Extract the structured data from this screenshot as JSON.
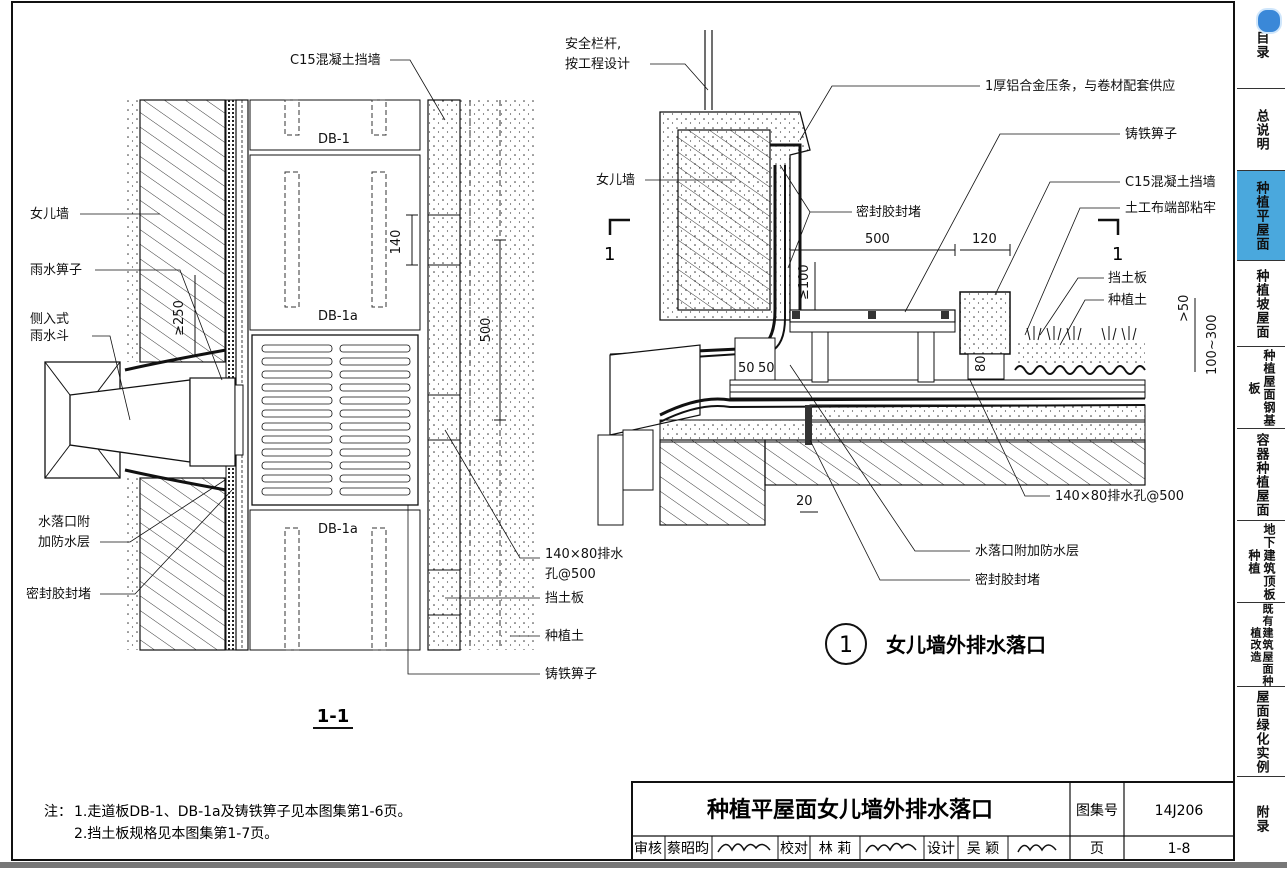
{
  "sidebar": {
    "items": [
      {
        "label": "目录",
        "active": false
      },
      {
        "label": "总说明",
        "active": false
      },
      {
        "label": "种植平屋面",
        "active": true
      },
      {
        "label": "种植坡屋面",
        "active": false
      },
      {
        "label": "种植屋面钢基板",
        "active": false
      },
      {
        "label": "容器种植屋面",
        "active": false
      },
      {
        "label": "地下建筑顶板种植",
        "active": false
      },
      {
        "label": "既有建筑屋面种植改造",
        "active": false
      },
      {
        "label": "屋面绿化实例",
        "active": false
      },
      {
        "label": "附录",
        "active": false
      }
    ],
    "active_color": "#4aa8dd"
  },
  "left_section": {
    "labels": {
      "c15_wall": "C15混凝土挡墙",
      "db1": "DB-1",
      "db1a_top": "DB-1a",
      "db1a_bottom": "DB-1a",
      "parapet": "女儿墙",
      "rain_grate": "雨水箅子",
      "side_drain_1": "侧入式",
      "side_drain_2": "雨水斗",
      "outlet_wp_1": "水落口附",
      "outlet_wp_2": "加防水层",
      "sealant": "密封胶封堵",
      "hole_1": "140×80排水",
      "hole_2": "孔@500",
      "retaining": "挡土板",
      "soil": "种植土",
      "cast_grate": "铸铁箅子",
      "dim_140": "140",
      "dim_500": "500",
      "dim_250": "≥250",
      "section_title": "1-1"
    }
  },
  "right_detail": {
    "labels": {
      "railing_1": "安全栏杆,",
      "railing_2": "按工程设计",
      "alu_strip": "1厚铝合金压条，与卷材配套供应",
      "cast_grate": "铸铁箅子",
      "parapet": "女儿墙",
      "c15_wall": "C15混凝土挡墙",
      "sealant_top": "密封胶封堵",
      "geotextile": "土工布端部粘牢",
      "retaining": "挡土板",
      "soil": "种植土",
      "dim_500": "500",
      "dim_120": "120",
      "dim_100": "≥100",
      "dim_50a": ">50",
      "dim_range": "100~300",
      "dim_50b": "50",
      "dim_50c": "50",
      "dim_80": "80",
      "dim_20": "20",
      "hole": "140×80排水孔@500",
      "outlet_wp": "水落口附加防水层",
      "sealant_bottom": "密封胶封堵",
      "sec_mark_left": "1",
      "sec_mark_right": "1"
    },
    "detail_number": "1",
    "detail_title": "女儿墙外排水落口"
  },
  "notes": {
    "prefix": "注：",
    "line1": "1.走道板DB-1、DB-1a及铸铁箅子见本图集第1-6页。",
    "line2": "2.挡土板规格见本图集第1-7页。"
  },
  "title_block": {
    "title": "种植平屋面女儿墙外排水落口",
    "atlas_label": "图集号",
    "atlas_no": "14J206",
    "review_label": "审核",
    "review_name": "蔡昭昀",
    "check_label": "校对",
    "check_name": "林 莉",
    "design_label": "设计",
    "design_name": "吴 颖",
    "page_label": "页",
    "page_no": "1-8"
  }
}
